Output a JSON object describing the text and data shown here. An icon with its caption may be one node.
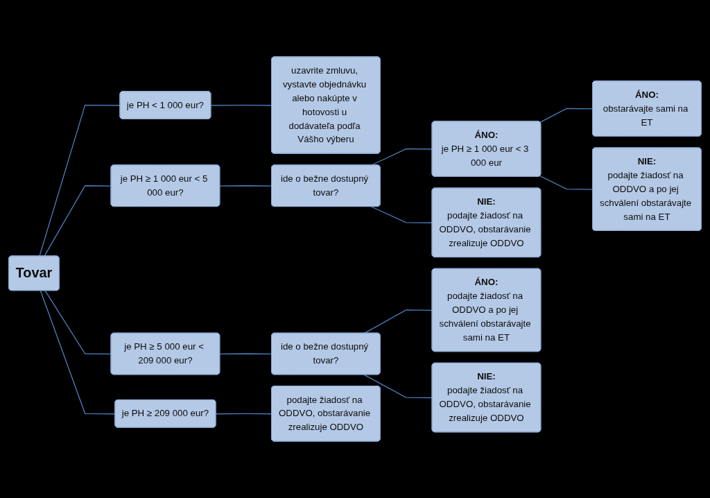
{
  "diagram": {
    "nodes": [
      {
        "text": [
          "Tovar"
        ]
      },
      {
        "text": [
          "je PH < 1 000 eur?"
        ]
      },
      {
        "text": [
          "uzavrite zmluvu, vystavte objednávku alebo nakúpte v hotovosti u dodávateľa podľa Vášho výberu"
        ]
      },
      {
        "text": [
          "je PH ≥ 1 000 eur < 5 000 eur?"
        ]
      },
      {
        "text": [
          "ide o bežne dostupný tovar?"
        ]
      },
      {
        "text": [
          "ÁNO:",
          "je PH ≥ 1 000 eur < 3 000 eur"
        ]
      },
      {
        "text": [
          "ÁNO:",
          "obstarávajte sami na ET"
        ]
      },
      {
        "text": [
          "NIE:",
          "podajte žiadosť na ODDVO a po jej schválení obstarávajte sami na ET"
        ]
      },
      {
        "text": [
          "NIE:",
          "podajte žiadosť na ODDVO, obstarávanie zrealizuje ODDVO"
        ]
      },
      {
        "text": [
          "je PH ≥ 5 000 eur < 209 000 eur?"
        ]
      },
      {
        "text": [
          "ide o bežne dostupný tovar?"
        ]
      },
      {
        "text": [
          "ÁNO:",
          "podajte žiadosť na ODDVO a po jej schválení obstarávajte sami na ET"
        ]
      },
      {
        "text": [
          "NIE:",
          "podajte žiadosť na ODDVO, obstarávanie zrealizuje ODDVO"
        ]
      },
      {
        "text": [
          "je PH ≥ 209 000 eur?"
        ]
      },
      {
        "text": [
          "podajte žiadosť na ODDVO, obstarávanie zrealizuje ODDVO"
        ]
      }
    ],
    "edges": [
      {
        "from": 0,
        "to": 1,
        "arrow": "none"
      },
      {
        "from": 1,
        "to": 2,
        "arrow": "none"
      },
      {
        "from": 0,
        "to": 3,
        "arrow": "none"
      },
      {
        "from": 3,
        "to": 4,
        "arrow": "none"
      },
      {
        "from": 4,
        "to": 5,
        "arrow": "none"
      },
      {
        "from": 5,
        "to": 6,
        "arrow": "none"
      },
      {
        "from": 5,
        "to": 7,
        "arrow": "none"
      },
      {
        "from": 4,
        "to": 8,
        "arrow": "none"
      },
      {
        "from": 0,
        "to": 9,
        "arrow": "none"
      },
      {
        "from": 9,
        "to": 10,
        "arrow": "none"
      },
      {
        "from": 10,
        "to": 11,
        "arrow": "none"
      },
      {
        "from": 10,
        "to": 12,
        "arrow": "none"
      },
      {
        "from": 0,
        "to": 13,
        "arrow": "none"
      },
      {
        "from": 13,
        "to": 14,
        "arrow": "none"
      }
    ]
  }
}
